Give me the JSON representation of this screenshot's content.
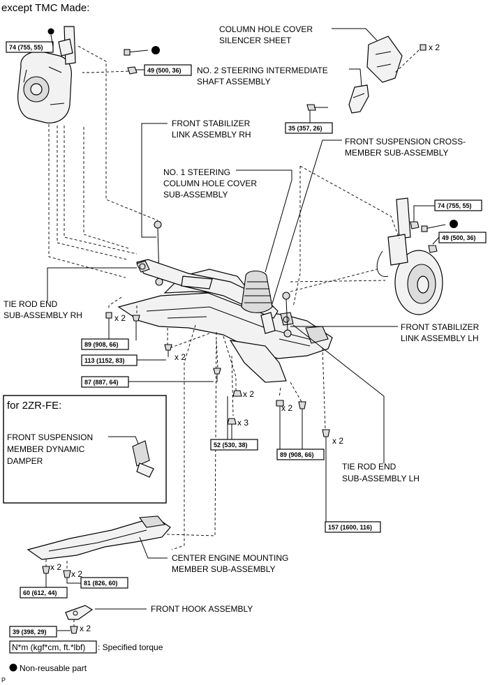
{
  "header": "except TMC Made:",
  "labels": {
    "column_hole_cover_silencer": [
      "COLUMN HOLE COVER",
      "SILENCER SHEET"
    ],
    "steering_intermediate_shaft": [
      "NO. 2 STEERING INTERMEDIATE",
      "SHAFT ASSEMBLY"
    ],
    "front_stabilizer_link_rh": [
      "FRONT STABILIZER",
      "LINK ASSEMBLY RH"
    ],
    "steering_column_hole_cover": [
      "NO. 1 STEERING",
      "COLUMN HOLE COVER",
      "SUB-ASSEMBLY"
    ],
    "front_suspension_crossmember": [
      "FRONT SUSPENSION CROSS-",
      "MEMBER SUB-ASSEMBLY"
    ],
    "tie_rod_end_rh": [
      "TIE ROD END",
      "SUB-ASSEMBLY RH"
    ],
    "front_stabilizer_link_lh": [
      "FRONT STABILIZER",
      "LINK ASSEMBLY LH"
    ],
    "tie_rod_end_lh": [
      "TIE ROD END",
      "SUB-ASSEMBLY LH"
    ],
    "dynamic_damper": [
      "FRONT SUSPENSION",
      "MEMBER DYNAMIC",
      "DAMPER"
    ],
    "center_engine_mounting": [
      "CENTER ENGINE MOUNTING",
      "MEMBER SUB-ASSEMBLY"
    ],
    "front_hook": "FRONT HOOK ASSEMBLY"
  },
  "inset_title": "for 2ZR-FE:",
  "torque": {
    "t74_rh": "74 (755, 55)",
    "t49_rh": "49 (500, 36)",
    "t35": "35 (357, 26)",
    "t74_lh": "74 (755, 55)",
    "t49_lh": "49 (500, 36)",
    "t89_rh": "89 (908, 66)",
    "t113": "113 (1152, 83)",
    "t87": "87 (887, 64)",
    "t52": "52 (530, 38)",
    "t89_lh": "89 (908, 66)",
    "t157": "157 (1600, 116)",
    "t60": "60 (612, 44)",
    "t81": "81 (826, 60)",
    "t39": "39 (398, 29)"
  },
  "qty": {
    "x2": "x 2",
    "x3": "x 3"
  },
  "legend": {
    "unit": "N*m (kgf*cm, ft.*lbf)",
    "unit_desc": ": Specified torque",
    "nonreusable": "Non-reusable part"
  },
  "footer_mark": "P"
}
